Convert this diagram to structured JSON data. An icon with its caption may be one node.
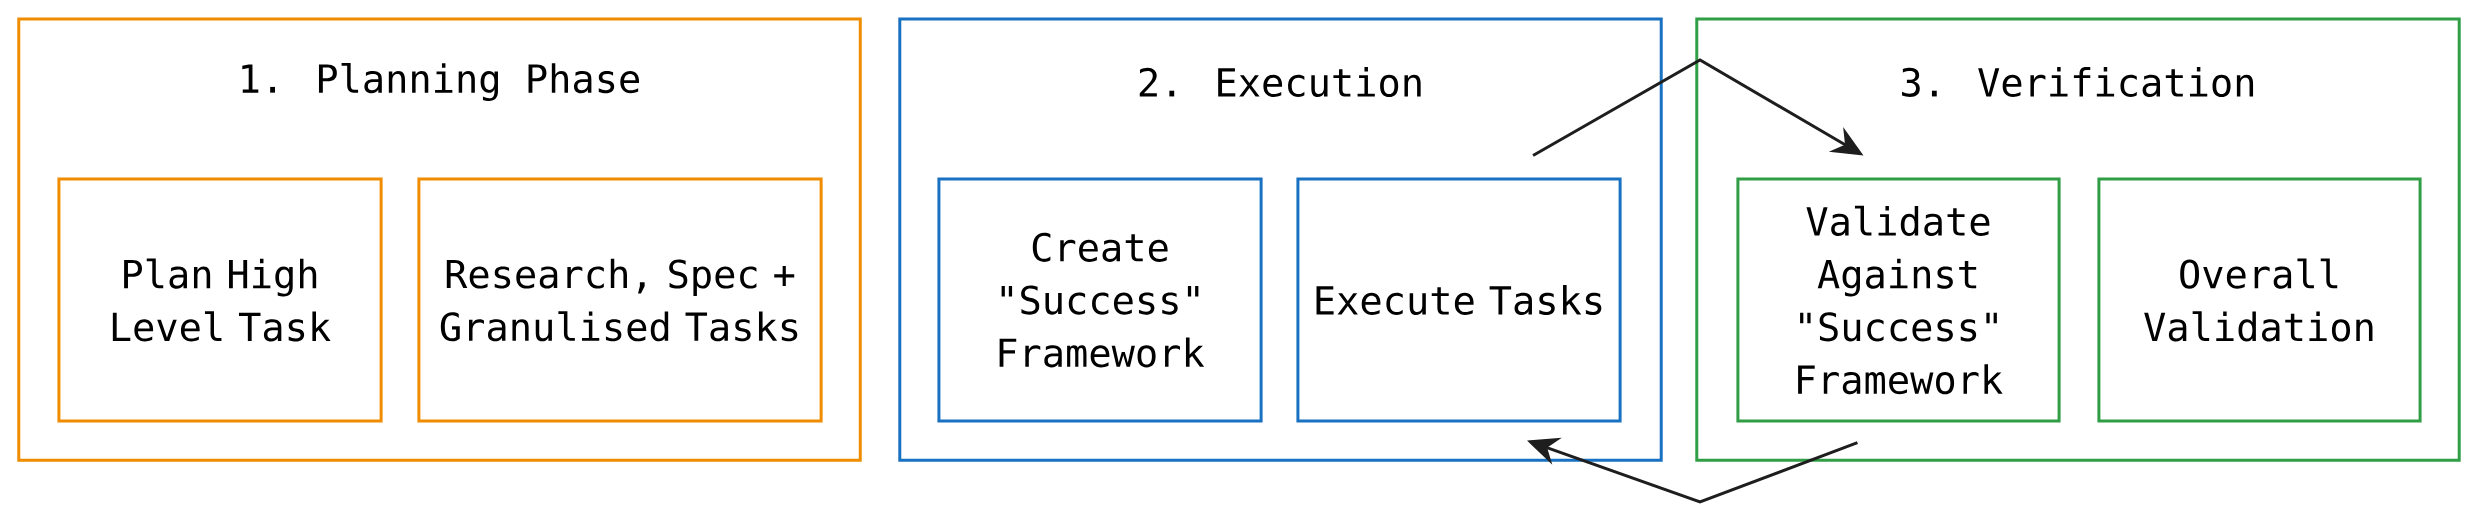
{
  "diagram": {
    "nodes": [
      {
        "text": [
          "1. Planning Phase"
        ]
      },
      {
        "text": [
          "Plan High Level Task"
        ],
        "in": 0
      },
      {
        "text": [
          "Research, Spec + Granulised Tasks"
        ],
        "in": 0
      },
      {
        "text": [
          "2. Execution"
        ]
      },
      {
        "text": [
          "Create \"Success\" Framework"
        ],
        "in": 3
      },
      {
        "text": [
          "Execute Tasks"
        ],
        "in": 3
      },
      {
        "text": [
          "3. Verification"
        ]
      },
      {
        "text": [
          "Validate Against \"Success\" Framework"
        ],
        "in": 6
      },
      {
        "text": [
          "Overall Validation"
        ],
        "in": 6
      }
    ],
    "edges": [
      {
        "from": 5,
        "to": 7,
        "arrow": "to"
      },
      {
        "from": 7,
        "to": 5,
        "arrow": "to"
      }
    ]
  }
}
